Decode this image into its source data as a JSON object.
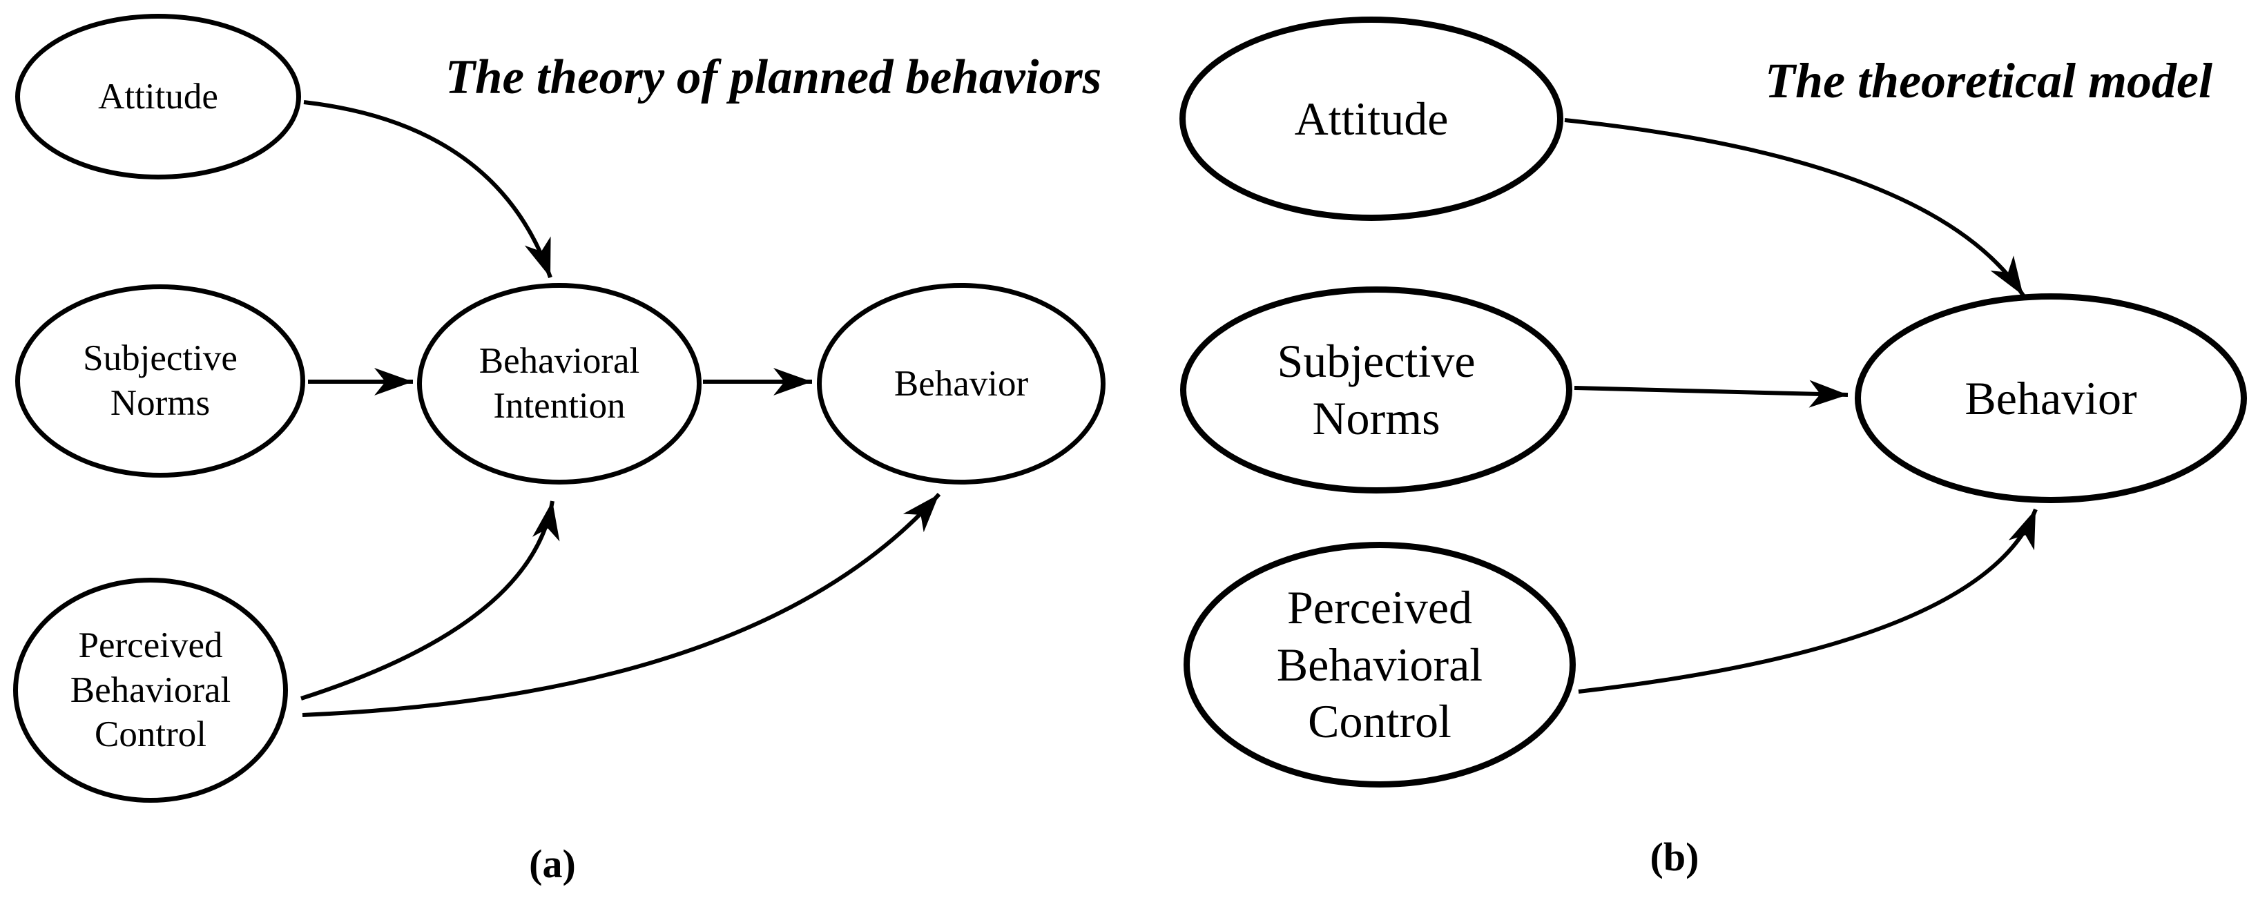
{
  "figure": {
    "background": "#ffffff",
    "stroke_color": "#000000",
    "panels": [
      {
        "label": "(a)",
        "title": "The theory of planned behaviors",
        "nodes": [
          {
            "label": "Attitude"
          },
          {
            "label": "Subjective Norms"
          },
          {
            "label": "Perceived Behavioral Control"
          },
          {
            "label": "Behavioral Intention"
          },
          {
            "label": "Behavior"
          }
        ],
        "edges": [
          {
            "from": "Attitude",
            "to": "Behavioral Intention"
          },
          {
            "from": "Subjective Norms",
            "to": "Behavioral Intention"
          },
          {
            "from": "Perceived Behavioral Control",
            "to": "Behavioral Intention"
          },
          {
            "from": "Perceived Behavioral Control",
            "to": "Behavior"
          },
          {
            "from": "Behavioral Intention",
            "to": "Behavior"
          }
        ]
      },
      {
        "label": "(b)",
        "title": "The theoretical model",
        "nodes": [
          {
            "label": "Attitude"
          },
          {
            "label": "Subjective Norms"
          },
          {
            "label": "Perceived Behavioral Control"
          },
          {
            "label": "Behavior"
          }
        ],
        "edges": [
          {
            "from": "Attitude",
            "to": "Behavior"
          },
          {
            "from": "Subjective Norms",
            "to": "Behavior"
          },
          {
            "from": "Perceived Behavioral Control",
            "to": "Behavior"
          }
        ]
      }
    ]
  }
}
